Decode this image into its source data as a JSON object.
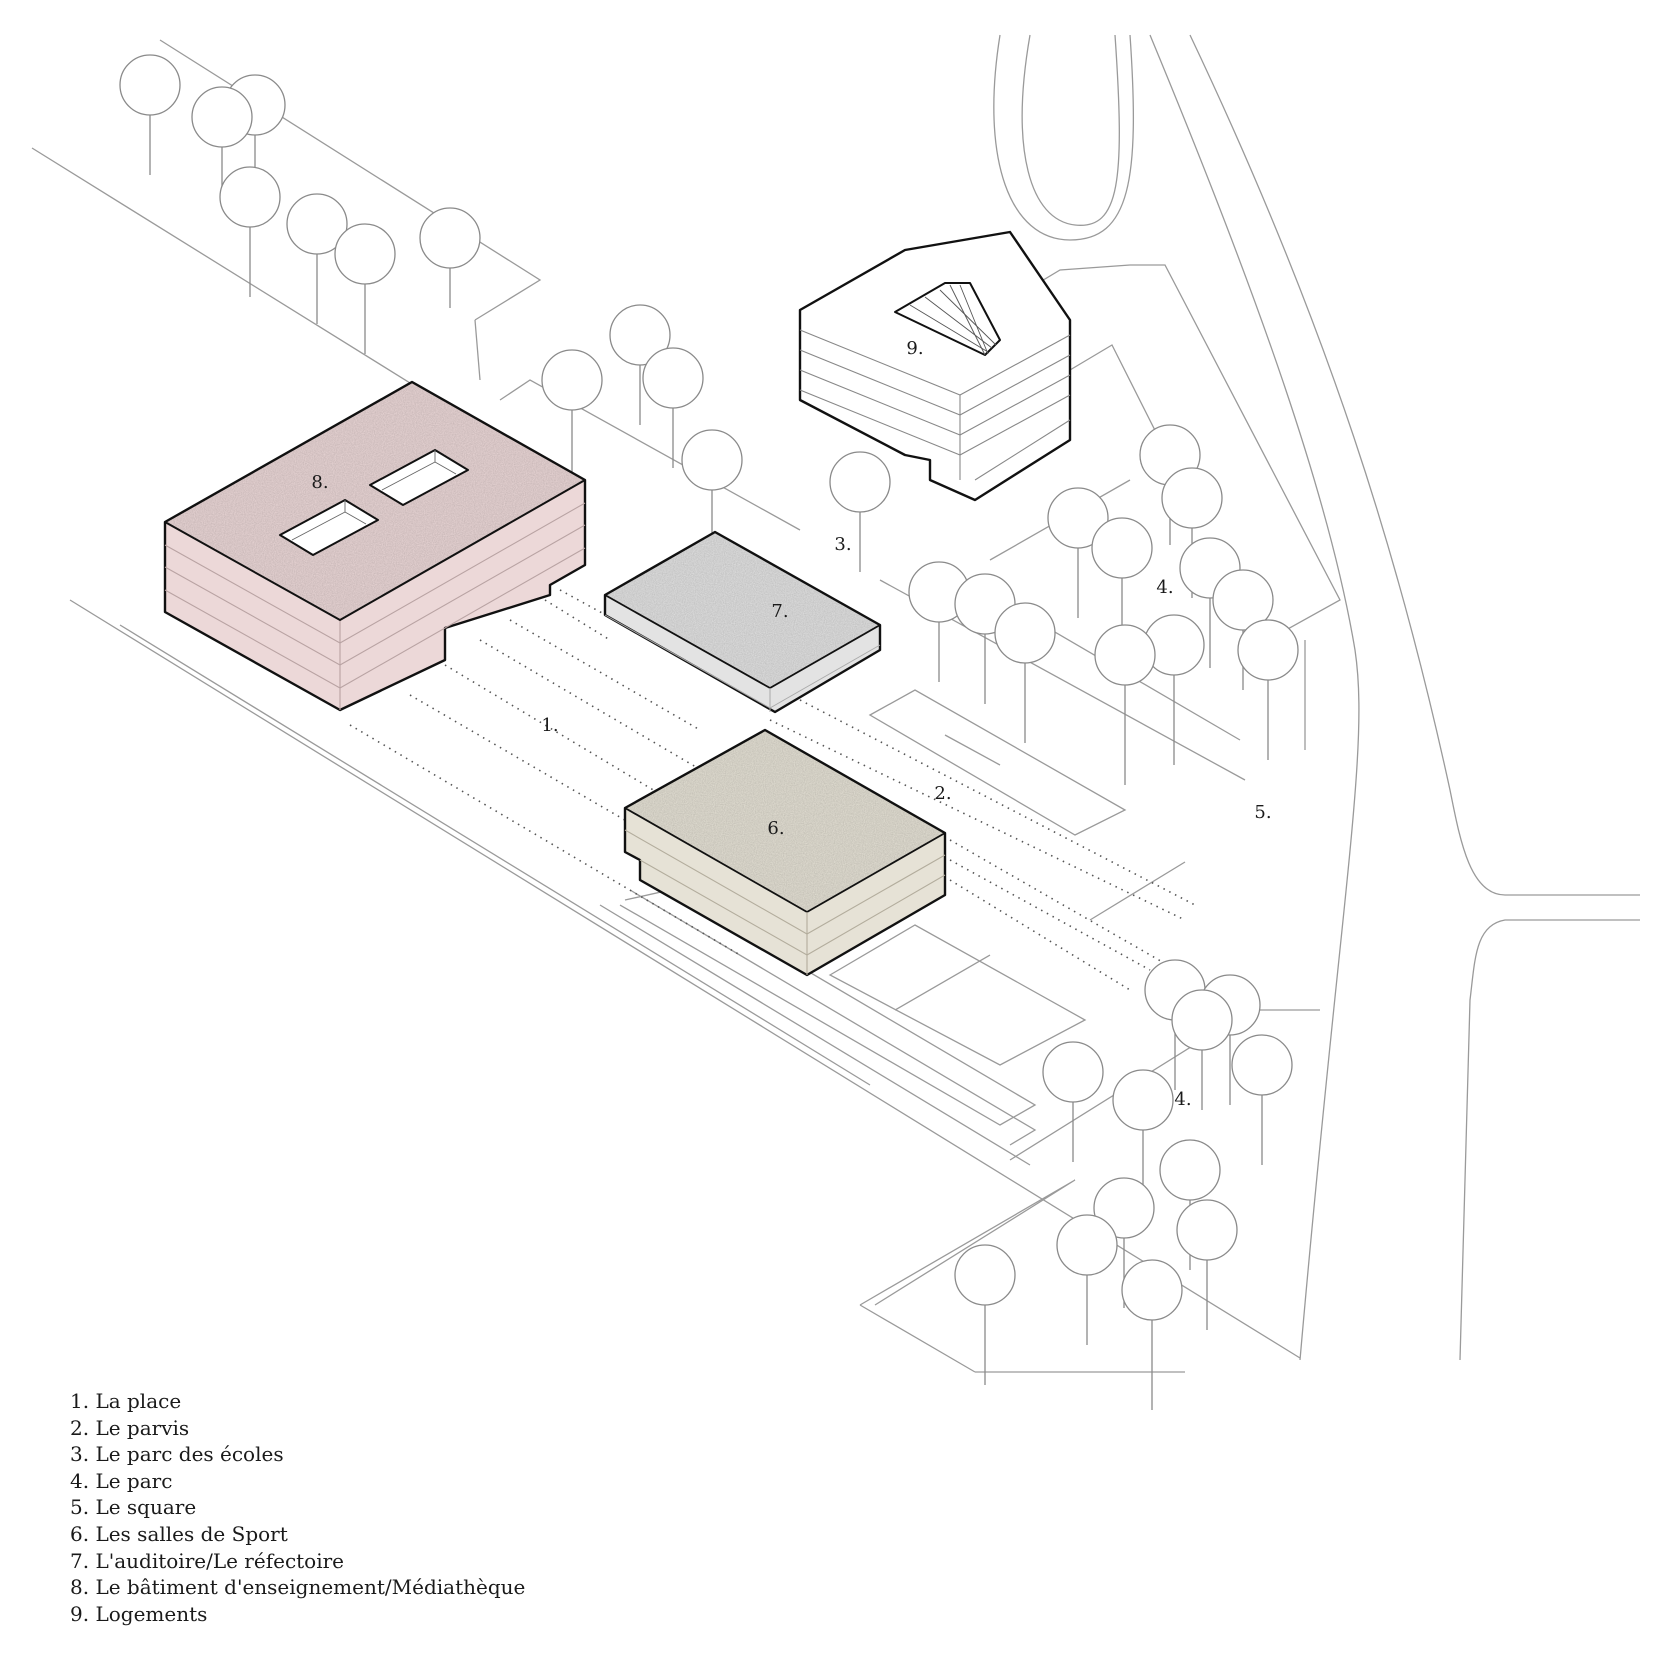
{
  "labels": {
    "l1": "1.",
    "l2": "2.",
    "l3": "3.",
    "l4a": "4.",
    "l4b": "4.",
    "l5": "5.",
    "l6": "6.",
    "l7": "7.",
    "l8": "8.",
    "l9": "9."
  },
  "legend": [
    "1. La place",
    "2. Le parvis",
    "3. Le parc des écoles",
    "4. Le parc",
    "5. Le square",
    "6. Les salles de Sport",
    "7. L'auditoire/Le réfectoire",
    "8. Le bâtiment d'enseignement/Médiathèque",
    "9. Logements"
  ],
  "colors": {
    "building_8": "#ecd8d8",
    "building_7": "#e3e3e3",
    "building_6": "#e6e2d6",
    "line": "#9a9a9a",
    "outline": "#111111"
  }
}
